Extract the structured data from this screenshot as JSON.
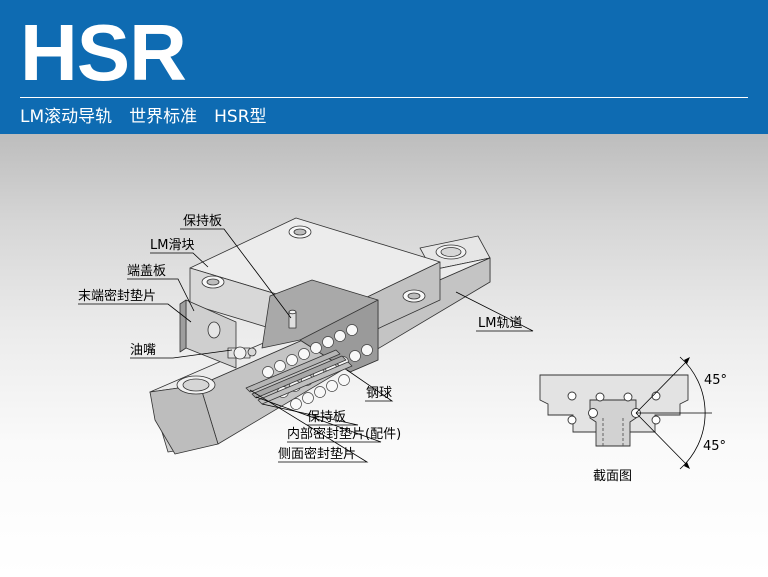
{
  "header": {
    "title": "HSR",
    "subtitle": "LM滚动导轨　世界标准　HSR型"
  },
  "diagram": {
    "labels": {
      "retainer_top": "保持板",
      "lm_block": "LM滑块",
      "end_plate": "端盖板",
      "end_seal": "末端密封垫片",
      "grease_nipple": "油嘴",
      "lm_rail": "LM轨道",
      "balls": "钢球",
      "retainer_bottom": "保持板",
      "inner_seal": "内部密封垫片(配件)",
      "side_seal": "侧面密封垫片"
    }
  },
  "cross_section": {
    "caption": "截面图",
    "angle_upper": "45°",
    "angle_lower": "45°"
  },
  "colors": {
    "header_bg": "#0e6bb2",
    "header_text": "#ffffff"
  }
}
